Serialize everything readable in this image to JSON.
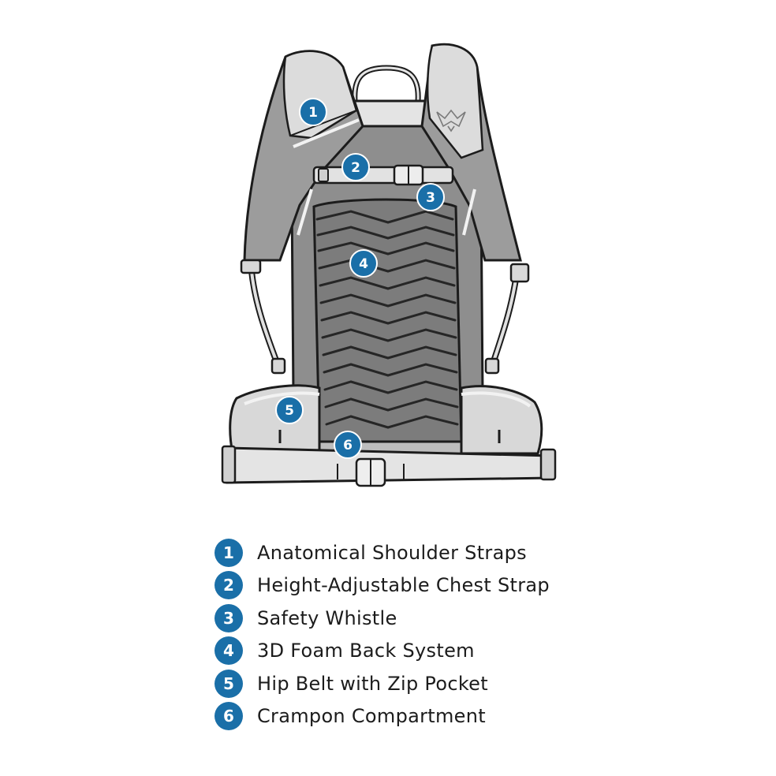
{
  "colors": {
    "accent": "#1a6fa8",
    "outline": "#1c1c1c",
    "strap_light": "#dadada",
    "strap_mid": "#9a9a9a",
    "back_panel": "#7a7a7a",
    "hip_belt": "#d4d4d4",
    "foam_ridge": "#2a2a2a"
  },
  "markers": [
    {
      "number": "1",
      "feature": "Anatomical Shoulder Straps"
    },
    {
      "number": "2",
      "feature": "Height-Adjustable Chest Strap"
    },
    {
      "number": "3",
      "feature": "Safety Whistle"
    },
    {
      "number": "4",
      "feature": "3D Foam Back System"
    },
    {
      "number": "5",
      "feature": "Hip Belt with Zip Pocket"
    },
    {
      "number": "6",
      "feature": "Crampon Compartment"
    }
  ],
  "legend": [
    {
      "number": "1",
      "label": "Anatomical Shoulder Straps"
    },
    {
      "number": "2",
      "label": "Height-Adjustable Chest Strap"
    },
    {
      "number": "3",
      "label": "Safety Whistle"
    },
    {
      "number": "4",
      "label": "3D Foam Back System"
    },
    {
      "number": "5",
      "label": "Hip Belt with Zip Pocket"
    },
    {
      "number": "6",
      "label": "Crampon Compartment"
    }
  ],
  "logo": {
    "icon": "brand-logo-icon"
  }
}
